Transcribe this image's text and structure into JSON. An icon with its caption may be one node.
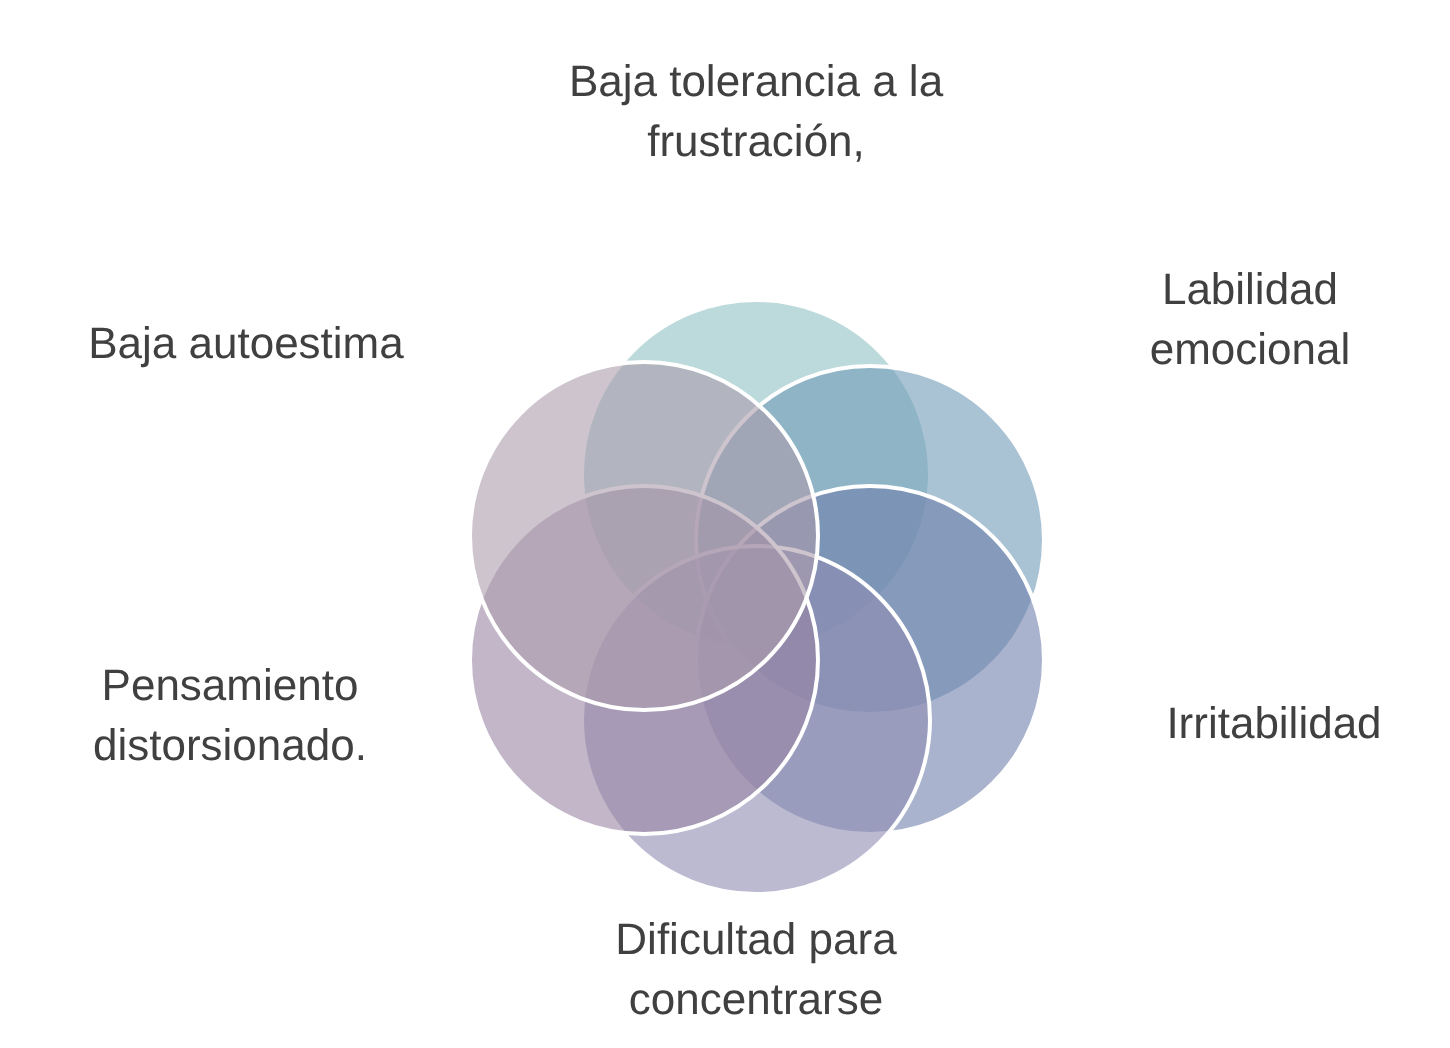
{
  "diagram": {
    "nodes": [
      {
        "text": [],
        "shape": "circle",
        "beside": [
          "Baja tolerancia a la frustración,"
        ]
      },
      {
        "text": [],
        "shape": "circle",
        "beside": [
          "Labilidad emocional"
        ]
      },
      {
        "text": [],
        "shape": "circle",
        "beside": [
          "Irritabilidad"
        ]
      },
      {
        "text": [],
        "shape": "circle",
        "beside": [
          "Dificultad para concentrarse"
        ]
      },
      {
        "text": [],
        "shape": "circle",
        "beside": [
          "Pensamiento distorsionado."
        ]
      },
      {
        "text": [],
        "shape": "circle",
        "beside": [
          "Baja autoestima"
        ]
      }
    ]
  }
}
